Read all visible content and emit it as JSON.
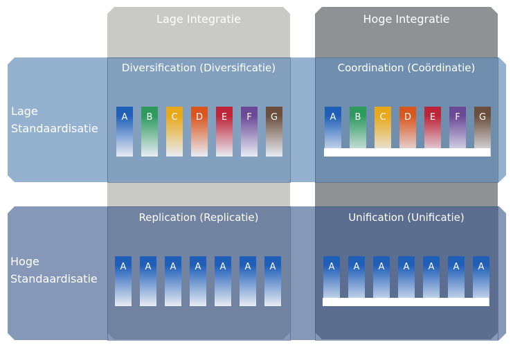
{
  "columns": {
    "low": "Lage Integratie",
    "high": "Hoge Integratie"
  },
  "rows": {
    "low_line1": "Lage",
    "low_line2": "Standaardisatie",
    "high_line1": "Hoge",
    "high_line2": "Standaardisatie"
  },
  "quadrants": {
    "diversification": "Diversification (Diversificatie)",
    "coordination": "Coordination (Coördinatie)",
    "replication": "Replication (Replicatie)",
    "unification": "Unification (Unificatie)"
  },
  "letters_varied": [
    "A",
    "B",
    "C",
    "D",
    "E",
    "F",
    "G"
  ],
  "letters_same": [
    "A",
    "A",
    "A",
    "A",
    "A",
    "A",
    "A"
  ],
  "colors": {
    "A": "#1f5fb8",
    "B": "#2e9a5e",
    "C": "#e8a81c",
    "D": "#d9561e",
    "E": "#bd2437",
    "F": "#6b4996",
    "G": "#6b4f3c"
  }
}
